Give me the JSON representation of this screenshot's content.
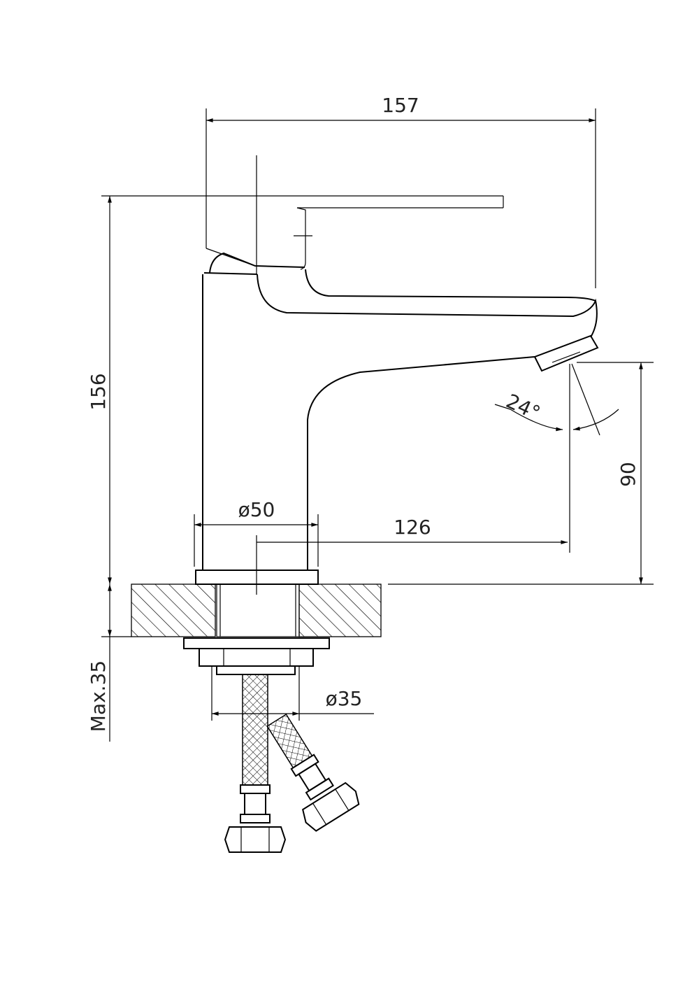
{
  "drawing": {
    "title": "Basin mixer dimension drawing",
    "dimensions": {
      "overall_width": "157",
      "overall_height": "156",
      "spout_height": "90",
      "spout_reach": "126",
      "base_diameter": "ø50",
      "connection_diameter": "ø35",
      "max_counter_thickness": "Max.35",
      "spout_angle": "24°"
    }
  }
}
